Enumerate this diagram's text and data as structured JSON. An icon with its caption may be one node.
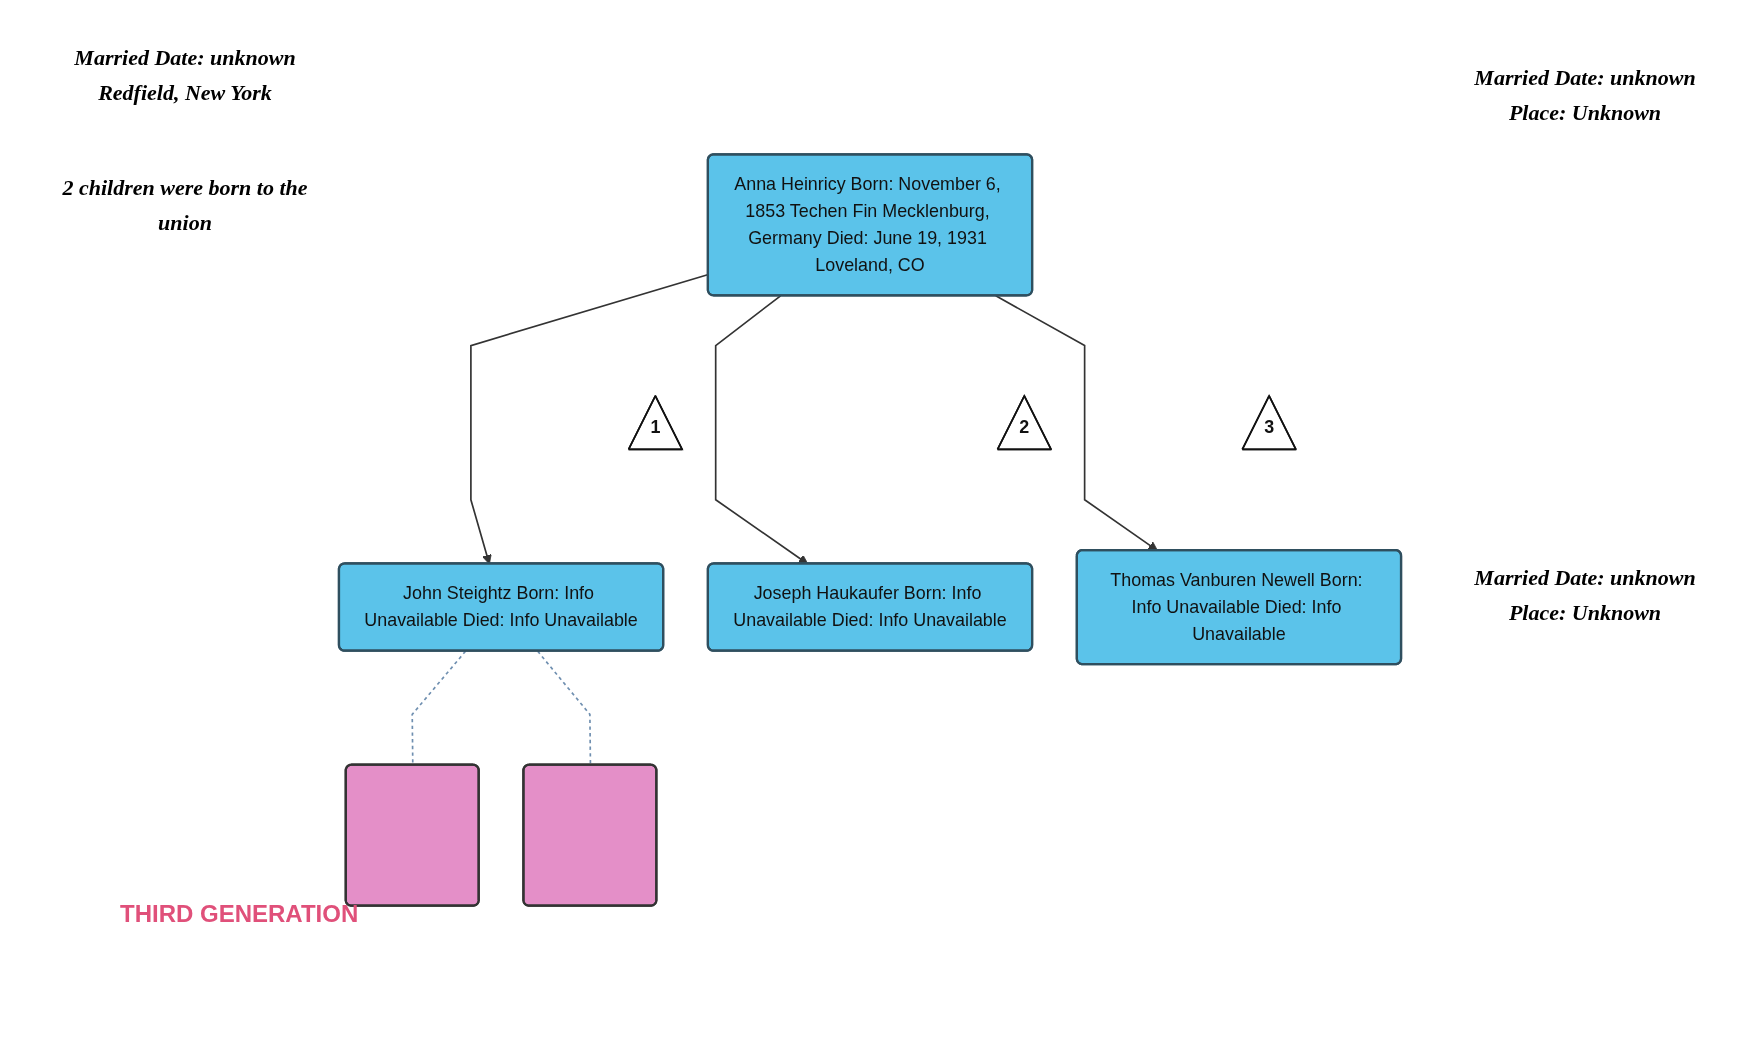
{
  "diagram": {
    "nodes": [
      {
        "text": [
          "Anna Heinricy Born: November 6, 1853 Techen Fin Mecklenburg, Germany Died: June 19, 1931 Loveland, CO"
        ]
      },
      {
        "text": [
          "1"
        ]
      },
      {
        "text": [
          "John Steightz Born: Info Unavailable Died: Info Unavailable"
        ]
      },
      {
        "text": [
          "2"
        ]
      },
      {
        "text": [
          "Joseph Haukaufer Born: Info Unavailable Died: Info Unavailable"
        ]
      },
      {
        "text": [
          "3"
        ]
      },
      {
        "text": [
          "Thomas Vanburen Newell Born: Info Unavailable Died: Info Unavailable"
        ]
      },
      {
        "text": [],
        "shape": "box"
      },
      {
        "text": [],
        "shape": "box"
      }
    ],
    "edges": [
      {
        "from": 0,
        "to": 2,
        "arrow": "to"
      },
      {
        "from": 0,
        "to": 4,
        "arrow": "to"
      },
      {
        "from": 0,
        "to": 6,
        "arrow": "to"
      },
      {
        "from": 2,
        "to": 7,
        "arrow": "none",
        "style": "dashed",
        "color": "#6f8fb0"
      },
      {
        "from": 2,
        "to": 8,
        "arrow": "none",
        "style": "dashed",
        "color": "#6f8fb0"
      }
    ],
    "labels": [
      "Married Date: unknown Redfield, New York",
      "2 children were born to the union",
      "Married Date: unknown Place: Unknown",
      "Married Date: unknown Place: Unknown",
      "THIRD GENERATION"
    ]
  }
}
